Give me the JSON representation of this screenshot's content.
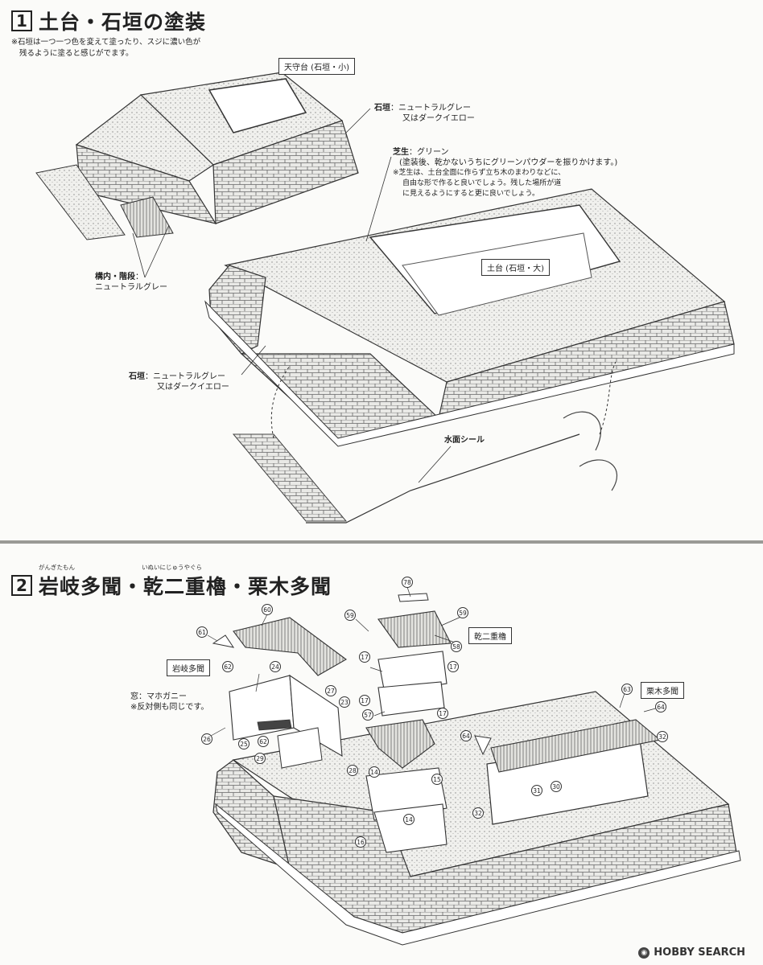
{
  "section1": {
    "number": "1",
    "title": "土台・石垣の塗装",
    "note_line1": "※石垣は一つ一つ色を変えて塗ったり、スジに濃い色が",
    "note_line2": "残るように塗ると感じがでます。",
    "label_tenshu": "天守台 (石垣・小)",
    "ishigaki_top_name": "石垣",
    "ishigaki_top_l1": "：ニュートラルグレー",
    "ishigaki_top_l2": "又はダークイエロー",
    "shiba_name": "芝生",
    "shiba_l1": "：グリーン",
    "shiba_l2": "(塗装後、乾かないうちにグリーンパウダーを振りかけます。)",
    "shiba_note1": "※芝生は、土台全面に作らず立ち木のまわりなどに、",
    "shiba_note2": "自由な形で作ると良いでしょう。残した場所が道",
    "shiba_note3": "に見えるようにすると更に良いでしょう。",
    "label_dodai": "土台 (石垣・大)",
    "kakunai_name": "構内・階段",
    "kakunai_l1": "：",
    "kakunai_l2": "ニュートラルグレー",
    "ishigaki_bot_name": "石垣",
    "ishigaki_bot_l1": "：ニュートラルグレー",
    "ishigaki_bot_l2": "又はダークイエロー",
    "suimen": "水面シール"
  },
  "section2": {
    "number": "2",
    "title": "岩岐多聞・乾二重櫓・栗木多聞",
    "ruby1": "がんぎたもん",
    "ruby2": "いぬいにじゅうやぐら",
    "label_ganki": "岩岐多聞",
    "label_inui": "乾二重櫓",
    "label_kuriki": "栗木多聞",
    "mado_l1": "窓：マホガニー",
    "mado_l2": "※反対側も同じです。",
    "parts": {
      "p60": "60",
      "p61": "61",
      "p59a": "59",
      "p59b": "59",
      "p78": "78",
      "p58": "58",
      "p62a": "62",
      "p24": "24",
      "p27": "27",
      "p23": "23",
      "p26": "26",
      "p25": "25",
      "p62b": "62",
      "p29": "29",
      "p28": "28",
      "p17a": "17",
      "p17b": "17",
      "p17c": "17",
      "p17d": "17",
      "p57": "57",
      "p64a": "64",
      "p63": "63",
      "p64b": "64",
      "p32a": "32",
      "p14a": "14",
      "p15": "15",
      "p14b": "14",
      "p16": "16",
      "p31": "31",
      "p30": "30",
      "p32b": "32"
    }
  },
  "watermark": "HOBBY SEARCH"
}
